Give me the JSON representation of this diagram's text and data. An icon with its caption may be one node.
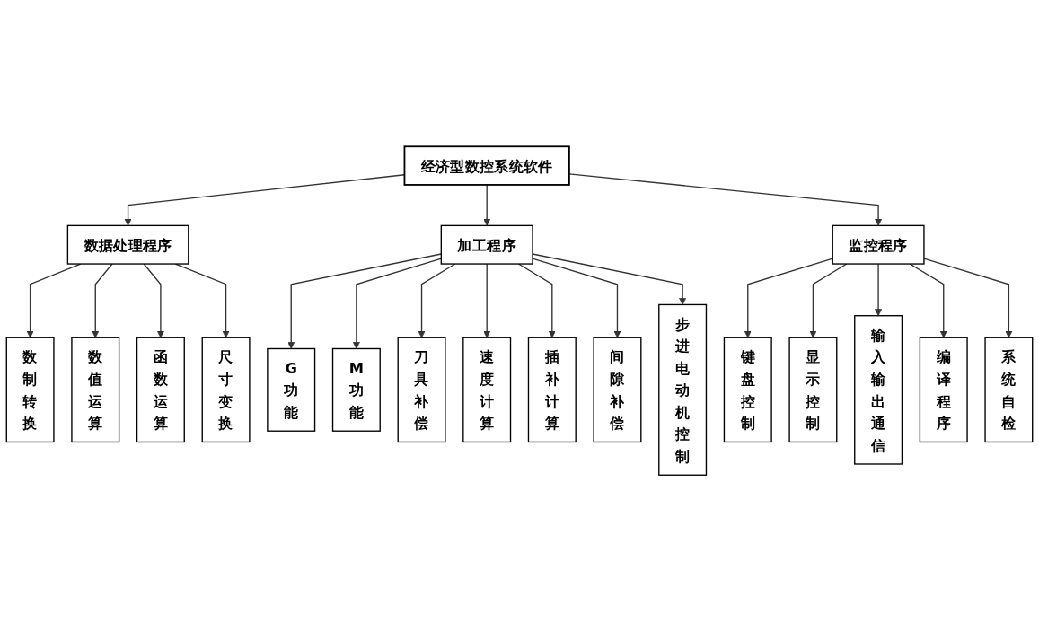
{
  "diagram": {
    "nodes": [
      {
        "text": [
          "经济型数控系统软件"
        ]
      },
      {
        "text": [
          "数据处理程序"
        ]
      },
      {
        "text": [
          "加工程序"
        ]
      },
      {
        "text": [
          "监控程序"
        ]
      },
      {
        "text": [
          "数制转换"
        ]
      },
      {
        "text": [
          "数值运算"
        ]
      },
      {
        "text": [
          "函数运算"
        ]
      },
      {
        "text": [
          "尺寸变换"
        ]
      },
      {
        "text": [
          "G功能"
        ]
      },
      {
        "text": [
          "M功能"
        ]
      },
      {
        "text": [
          "刀具补偿"
        ]
      },
      {
        "text": [
          "速度计算"
        ]
      },
      {
        "text": [
          "插补计算"
        ]
      },
      {
        "text": [
          "间隙补偿"
        ]
      },
      {
        "text": [
          "步进电动机控制"
        ]
      },
      {
        "text": [
          "键盘控制"
        ]
      },
      {
        "text": [
          "显示控制"
        ]
      },
      {
        "text": [
          "输入输出通信"
        ]
      },
      {
        "text": [
          "编译程序"
        ]
      },
      {
        "text": [
          "系统自检"
        ]
      }
    ],
    "edges": [
      {
        "from": 0,
        "to": 1,
        "arrow": "to"
      },
      {
        "from": 0,
        "to": 2,
        "arrow": "to"
      },
      {
        "from": 0,
        "to": 3,
        "arrow": "to"
      },
      {
        "from": 1,
        "to": 4,
        "arrow": "to"
      },
      {
        "from": 1,
        "to": 5,
        "arrow": "to"
      },
      {
        "from": 1,
        "to": 6,
        "arrow": "to"
      },
      {
        "from": 1,
        "to": 7,
        "arrow": "to"
      },
      {
        "from": 2,
        "to": 8,
        "arrow": "to"
      },
      {
        "from": 2,
        "to": 9,
        "arrow": "to"
      },
      {
        "from": 2,
        "to": 10,
        "arrow": "to"
      },
      {
        "from": 2,
        "to": 11,
        "arrow": "to"
      },
      {
        "from": 2,
        "to": 12,
        "arrow": "to"
      },
      {
        "from": 2,
        "to": 13,
        "arrow": "to"
      },
      {
        "from": 2,
        "to": 14,
        "arrow": "to"
      },
      {
        "from": 3,
        "to": 15,
        "arrow": "to"
      },
      {
        "from": 3,
        "to": 16,
        "arrow": "to"
      },
      {
        "from": 3,
        "to": 17,
        "arrow": "to"
      },
      {
        "from": 3,
        "to": 18,
        "arrow": "to"
      },
      {
        "from": 3,
        "to": 19,
        "arrow": "to"
      }
    ]
  }
}
